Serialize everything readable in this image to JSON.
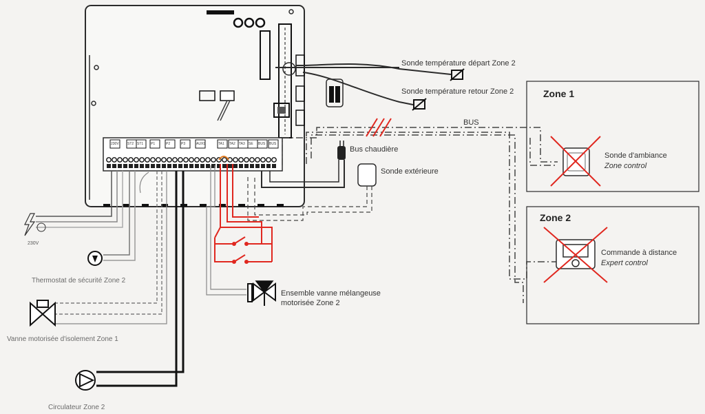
{
  "labels": {
    "sensor_flow": "Sonde température départ Zone 2",
    "sensor_return": "Sonde température retour Zone 2",
    "bus": "BUS",
    "bus_boiler": "Bus chaudière",
    "outdoor_sensor": "Sonde extérieure",
    "zone1_title": "Zone 1",
    "zone1_device": "Sonde d'ambiance",
    "zone1_device_sub": "Zone control",
    "zone2_title": "Zone 2",
    "zone2_device": "Commande à distance",
    "zone2_device_sub": "Expert control",
    "mixing_valve_line1": "Ensemble vanne mélangeuse",
    "mixing_valve_line2": "motorisée Zone 2",
    "safety_thermostat": "Thermostat de sécurité Zone 2",
    "isolation_valve": "Vanne motorisée d'isolement Zone 1",
    "circulator": "Circulateur Zone 2",
    "mains_voltage": "230V"
  },
  "terminals": [
    "230V",
    "ST2",
    "ST1",
    "P1",
    "P2",
    "P3",
    "AUX1",
    "TA1",
    "TA2",
    "TA3",
    "SE",
    "BUS",
    "BUS"
  ],
  "colors": {
    "wire_red": "#e0271f",
    "cross_red": "#e0271f",
    "line_dark": "#2b2b2b",
    "panel_fill": "#f8f8f6"
  }
}
